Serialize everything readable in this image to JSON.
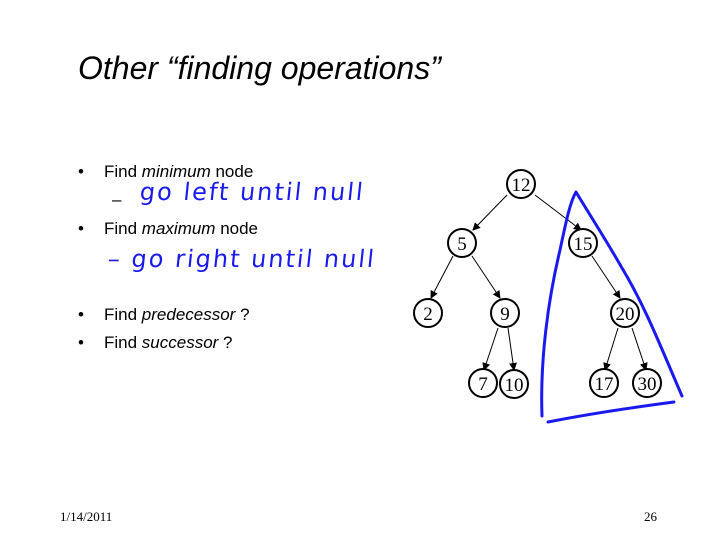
{
  "slide": {
    "title": "Other “finding operations”",
    "bullets": [
      {
        "pre": "Find ",
        "em": "minimum",
        "post": " node"
      },
      {
        "pre": "Find ",
        "em": "maximum",
        "post": " node"
      },
      {
        "pre": "Find ",
        "em": "predecessor",
        "post": " ?"
      },
      {
        "pre": "Find ",
        "em": "successor",
        "post": " ?"
      }
    ],
    "bullet_symbol": "•",
    "dash_symbol": "–",
    "handwriting": {
      "note1": "go left until null",
      "note2": "– go right until null"
    },
    "tree_nodes": [
      "12",
      "5",
      "15",
      "2",
      "9",
      "20",
      "7",
      "10",
      "17",
      "30"
    ],
    "footer": {
      "date": "1/14/2011",
      "page": "26"
    },
    "ink_color": "#1a1aee"
  }
}
